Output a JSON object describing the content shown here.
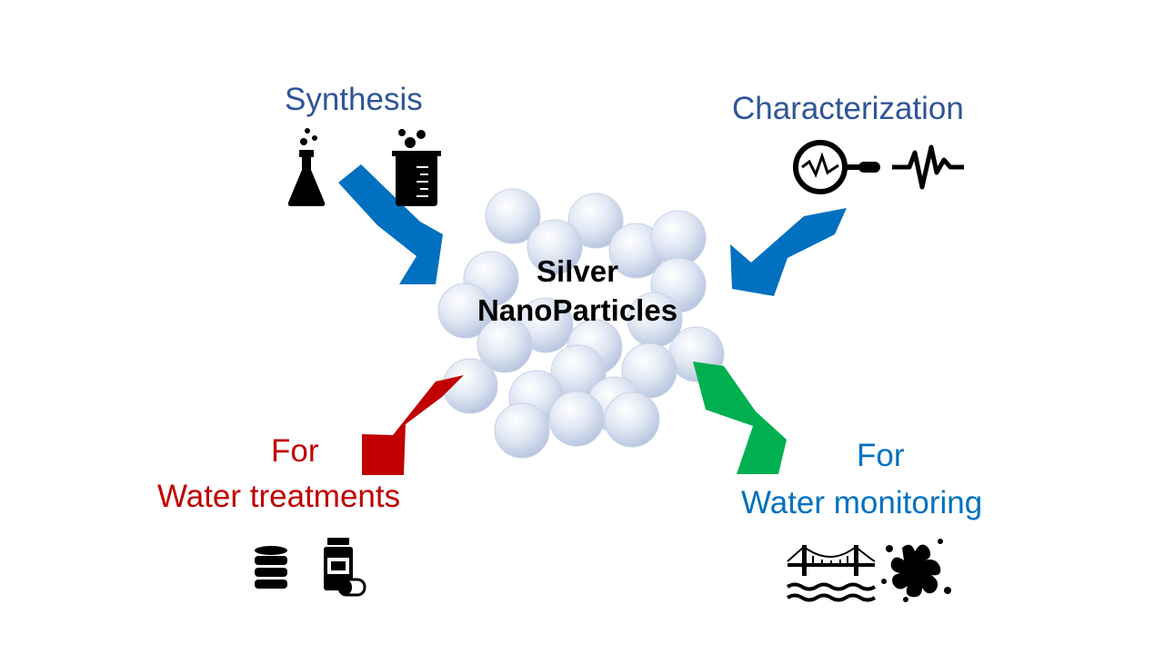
{
  "center": {
    "line1": "Silver",
    "line2": "NanoParticles"
  },
  "synthesis": {
    "label": "Synthesis",
    "icons": [
      "flask-icon",
      "beaker-icon"
    ]
  },
  "characterization": {
    "label": "Characterization",
    "icons": [
      "magnifier-signal-icon",
      "waveform-icon"
    ]
  },
  "treatment": {
    "for": "For",
    "label": "Water treatments",
    "icons": [
      "database-icon",
      "pill-bottle-icon"
    ]
  },
  "monitoring": {
    "for": "For",
    "label": "Water monitoring",
    "icons": [
      "bridge-water-icon",
      "splash-icon"
    ]
  },
  "colors": {
    "synthesis": "#2F5597",
    "characterization": "#2F5597",
    "treatment": "#C00000",
    "monitoring": "#0070C0",
    "arrow_blue": "#0070C0",
    "arrow_red": "#C00000",
    "arrow_green": "#00B050"
  }
}
